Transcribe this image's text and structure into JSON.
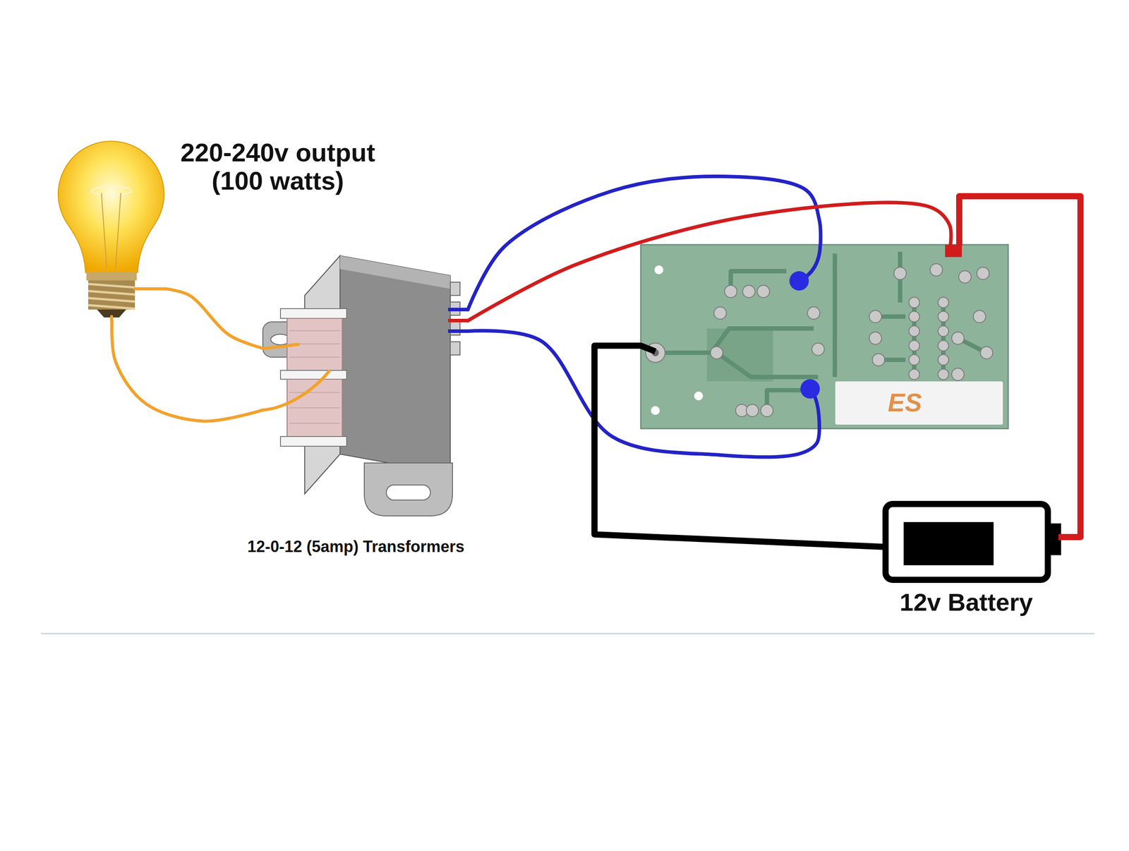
{
  "diagram": {
    "nodes": [
      {
        "text": [
          "220-240v output (100 watts)"
        ]
      },
      {
        "text": [
          "12-0-12 (5amp) Transformers"
        ]
      },
      {
        "text": [
          "ES"
        ]
      },
      {
        "text": [
          "12v Battery"
        ]
      }
    ],
    "edges": [
      {
        "from": 0,
        "to": 1,
        "arrow": "none"
      },
      {
        "from": 0,
        "to": 1,
        "arrow": "none"
      },
      {
        "from": 1,
        "to": 2,
        "arrow": "none"
      },
      {
        "from": 1,
        "to": 2,
        "arrow": "none"
      },
      {
        "from": 1,
        "to": 2,
        "arrow": "none"
      },
      {
        "from": 2,
        "to": 3,
        "arrow": "none"
      },
      {
        "from": 2,
        "to": 3,
        "arrow": "none"
      }
    ]
  }
}
